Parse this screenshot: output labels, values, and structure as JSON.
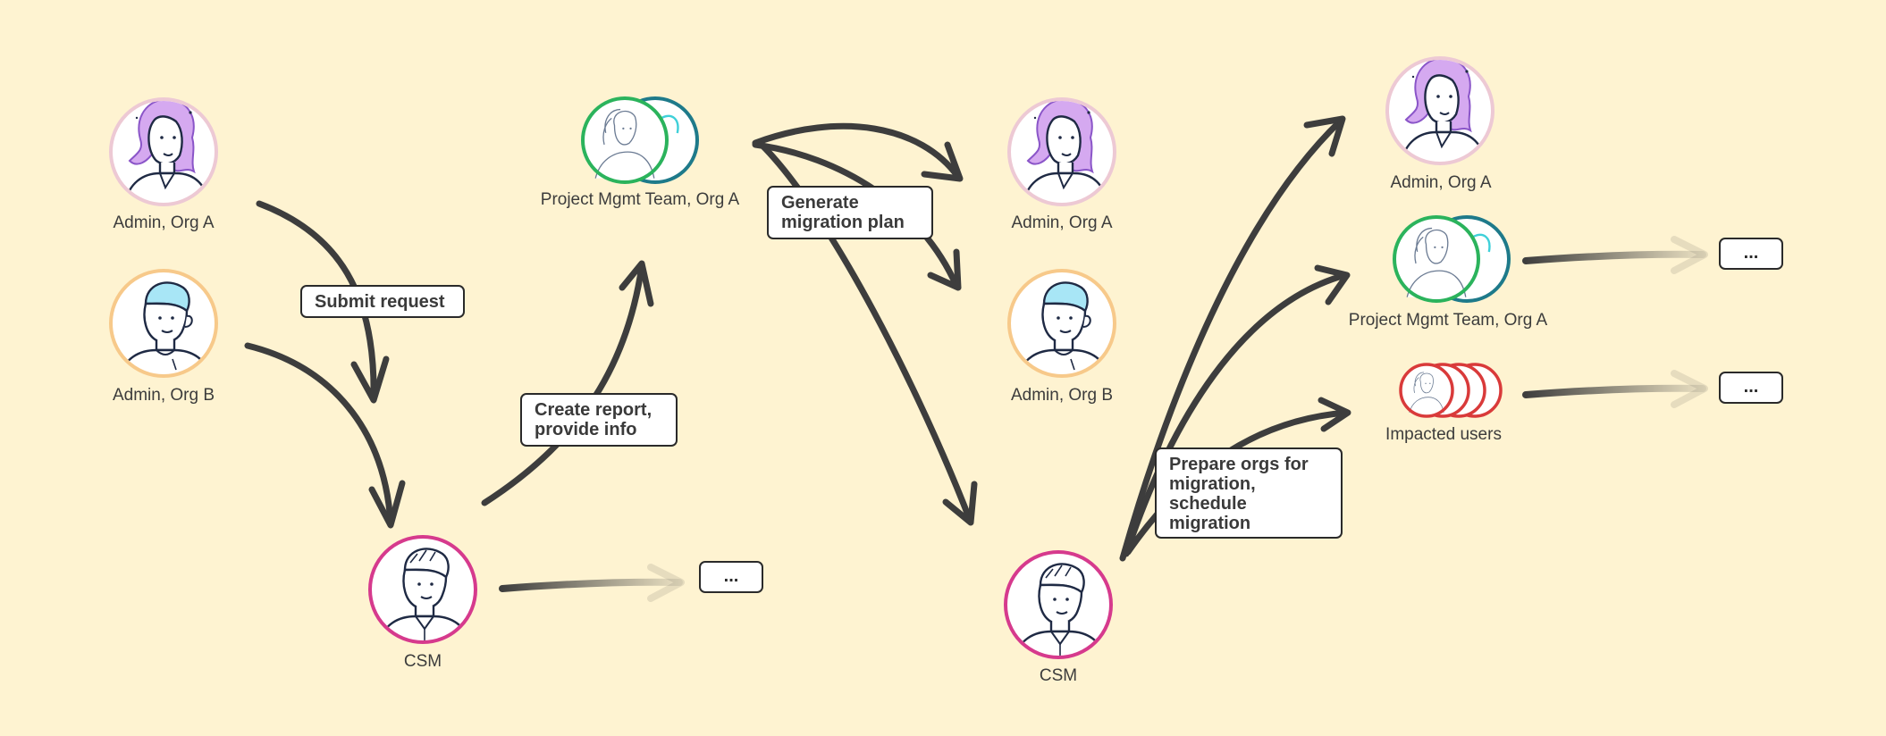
{
  "colors": {
    "background": "#FEF3D1",
    "arrow": "#3d3d3d",
    "admin_a_ring": "#EDC9D4",
    "admin_b_ring": "#F7C98A",
    "csm_ring": "#D63A8D",
    "pm_ring_front": "#2BB35C",
    "pm_ring_back": "#1E7A8A",
    "impacted_ring": "#D93A3A"
  },
  "nodes": {
    "admin_a_1": "Admin, Org A",
    "admin_b_1": "Admin, Org B",
    "csm_1": "CSM",
    "pm_team_1": "Project Mgmt Team, Org A",
    "admin_a_2": "Admin, Org A",
    "admin_b_2": "Admin, Org B",
    "csm_2": "CSM",
    "admin_a_3": "Admin, Org A",
    "pm_team_3": "Project Mgmt Team, Org A",
    "impacted_users": "Impacted users"
  },
  "steps": {
    "submit_request": "Submit request",
    "create_report": "Create report, provide info",
    "generate_plan": "Generate migration plan",
    "prepare_orgs": "Prepare orgs for migration, schedule migration"
  },
  "continuations": {
    "csm_next": "...",
    "pm_next": "...",
    "impacted_next": "..."
  },
  "icons": {
    "admin_a": "woman-avatar-icon",
    "admin_b": "man-avatar-icon",
    "csm": "man-avatar-icon",
    "pm_team": "team-avatar-icon",
    "impacted_users": "group-avatar-icon"
  }
}
